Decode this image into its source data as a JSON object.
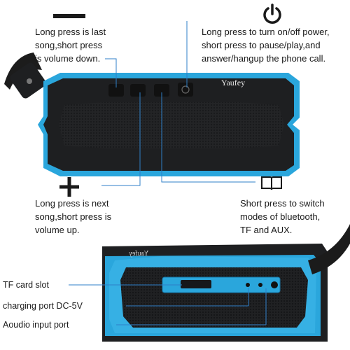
{
  "brand": "Yaufey",
  "annotations": {
    "minus_button": "Long press is last\nsong,short press\nis volume down.",
    "power_button": "Long press to turn on/off power,\nshort press to pause/play,and\nanswer/hangup the phone call.",
    "plus_button": "Long press is next\nsong,short press is\nvolume up.",
    "mode_button": "Short press to switch\nmodes of bluetooth,\nTF and AUX."
  },
  "ports": {
    "tf_card": "TF card slot",
    "charging": "charging port DC-5V",
    "audio_input": "Aoudio input port"
  },
  "icons": [
    "minus-icon",
    "power-icon",
    "plus-icon",
    "book-icon"
  ],
  "colors": {
    "accent_blue": "#2aa6dc",
    "speaker_black": "#1e1f21",
    "grille": "#2b2c2e",
    "leader_line": "#2f7fc8"
  }
}
